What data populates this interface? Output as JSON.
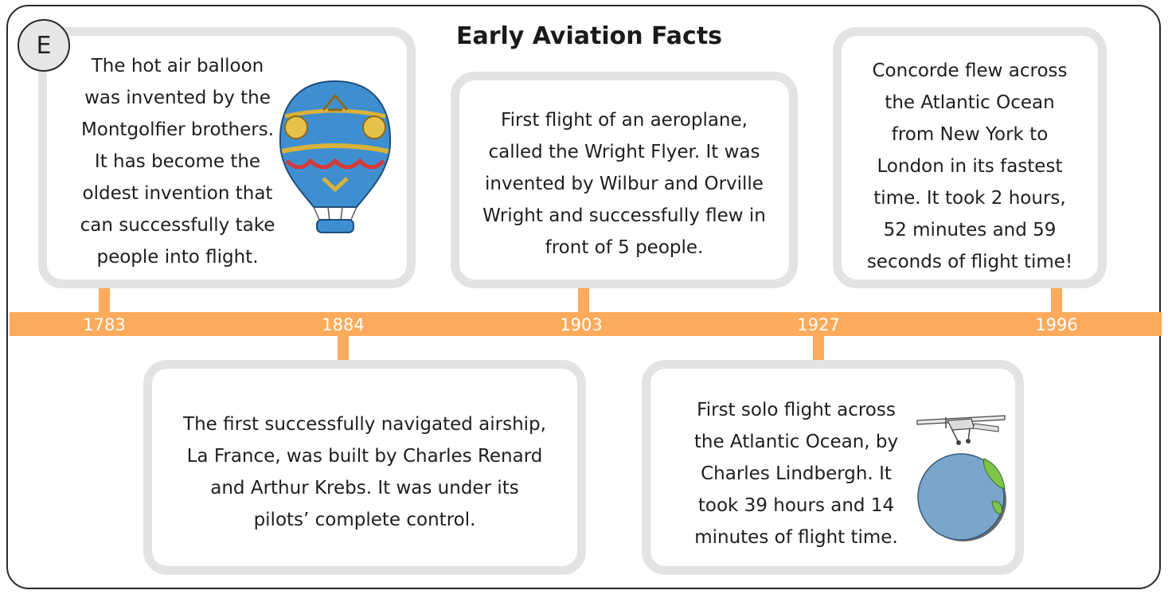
{
  "level": "E",
  "title": "Early Aviation Facts",
  "events": [
    {
      "year": "1783",
      "text": [
        "The hot air balloon",
        "was invented by the",
        "Montgolfier brothers.",
        "It has become the",
        "oldest invention that",
        "can successfully take",
        "people into flight."
      ]
    },
    {
      "year": "1884",
      "text": [
        "The first successfully navigated airship,",
        "La France, was built by Charles Renard",
        "and Arthur Krebs. It was under its",
        "pilots’ complete control."
      ]
    },
    {
      "year": "1903",
      "text": [
        "First flight of an aeroplane,",
        "called the Wright Flyer. It was",
        "invented by Wilbur and Orville",
        "Wright and successfully flew in",
        "front of 5 people."
      ]
    },
    {
      "year": "1927",
      "text": [
        "First solo flight across",
        "the Atlantic Ocean, by",
        "Charles Lindbergh. It",
        "took 39 hours and 14",
        "minutes of flight time."
      ]
    },
    {
      "year": "1996",
      "text": [
        "Concorde flew across",
        "the Atlantic Ocean",
        "from New York to",
        "London in its fastest",
        "time. It took 2 hours,",
        "52 minutes and 59",
        "seconds of flight time!"
      ]
    }
  ],
  "colors": {
    "timeline": "#fbab5b",
    "card_border": "#e3e3e3",
    "frame": "#2a2a2a"
  }
}
